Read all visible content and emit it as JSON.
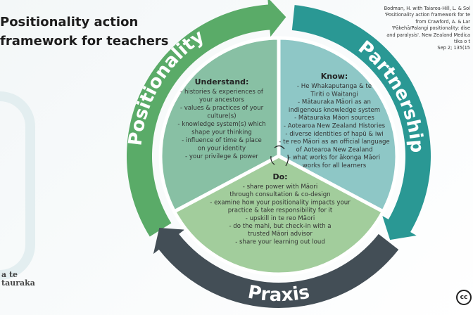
{
  "title": [
    "Positionality action",
    "framework for teachers"
  ],
  "citation": [
    "Bodman, H. with Taiaroa-Hill, L. & Sol",
    "'Positionality action framework for te",
    "from Crawford, A. & Lar",
    "'Pākehā/Palangi positionality: dise",
    "and paralysis'. New Zealand Medica",
    "tika o t",
    "Sep 2; 135(15"
  ],
  "logo_text": [
    "a te",
    "tauraka"
  ],
  "cc_icon": "creative-commons-icon",
  "colors": {
    "positionality": "#5aab68",
    "partnership": "#2a9894",
    "praxis": "#434e56",
    "understand": "#88c0a4",
    "know": "#8ec7c6",
    "do": "#a2cd9c"
  },
  "ring": {
    "positionality": "Positionality",
    "partnership": "Partnership",
    "praxis": "Praxis"
  },
  "understand": {
    "heading": "Understand:",
    "lines": [
      "- histories & experiences of",
      "your ancestors",
      "- values & practices of your",
      "culture(s)",
      "- knowledge system(s) which",
      "shape your thinking",
      "- influence of time & place",
      "on your identity",
      "- your privilege & power"
    ]
  },
  "know": {
    "heading": "Know:",
    "lines": [
      "- He Whakaputanga & te",
      "Tiriti o Waitangi",
      "- Mātauraka Māori as an",
      "indigenous knowledge system",
      "- Mātauraka Māori sources",
      "- Aotearoa New Zealand Histories",
      "- diverse identities of hapū & iwi",
      "- te reo Māori as an official language",
      "of Aotearoa New Zealand",
      "- what works for ākonga Māori",
      "works for all learners"
    ]
  },
  "do": {
    "heading": "Do:",
    "lines": [
      "- share power with Māori",
      "through consultation & co-design",
      "- examine how your positionality impacts your",
      "practice & take responsibility for it",
      "- upskill in te reo Māori",
      "- do the mahi, but check-in with a",
      "trusted Māori advisor",
      "- share your learning out loud"
    ]
  }
}
